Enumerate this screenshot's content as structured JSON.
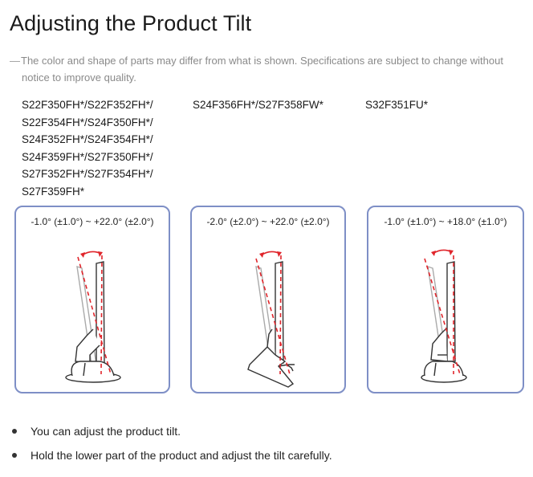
{
  "title": "Adjusting the Product Tilt",
  "note": {
    "line1": "The color and shape of parts may differ from what is shown. Specifications are subject to change without",
    "line2": "notice to improve quality."
  },
  "models": [
    [
      "S22F350FH*/S22F352FH*/",
      "S22F354FH*/S24F350FH*/",
      "S24F352FH*/S24F354FH*/",
      "S24F359FH*/S27F350FH*/",
      "S27F352FH*/S27F354FH*/",
      "S27F359FH*"
    ],
    [
      "S24F356FH*/S27F358FW*"
    ],
    [
      "S32F351FU*"
    ]
  ],
  "panels": [
    {
      "range": "-1.0° (±1.0°) ~ +22.0° (±2.0°)",
      "stand": "round-base-icon"
    },
    {
      "range": "-2.0° (±2.0°) ~ +22.0° (±2.0°)",
      "stand": "v-stand-icon"
    },
    {
      "range": "-1.0° (±1.0°) ~ +18.0° (±1.0°)",
      "stand": "round-base-icon"
    }
  ],
  "bullets": [
    "You can adjust the product tilt.",
    "Hold the lower part of the product and adjust the tilt carefully."
  ],
  "colors": {
    "frame": "#7e8fc6",
    "guide": "#e0252b",
    "drawing": "#333333"
  }
}
